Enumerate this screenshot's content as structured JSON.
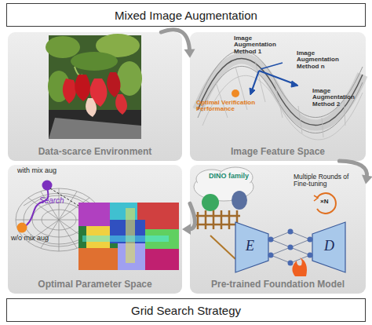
{
  "diagram": {
    "nodes": [
      {
        "text": [
          "Mixed Image Augmentation"
        ]
      },
      {
        "text": [
          "Data-scarce Environment"
        ]
      },
      {
        "text": [
          "Image Feature Space"
        ]
      },
      {
        "text": [
          "Optimal Parameter Space"
        ]
      },
      {
        "text": [
          "Pre-trained Foundation Model"
        ]
      },
      {
        "text": [
          "Grid Search Strategy"
        ]
      }
    ],
    "edges": [
      {
        "from": 1,
        "to": 2,
        "arrow": "to"
      },
      {
        "from": 2,
        "to": 4,
        "arrow": "to"
      },
      {
        "from": 4,
        "to": 3,
        "arrow": "to"
      }
    ],
    "labels": [
      "Image Augmentation Method 1",
      "Image Augmentation Method n",
      "Image Augmentation Method 2",
      "Optimal Verification Performance",
      "with mix aug",
      "Search",
      "w/o mix aug",
      "DINO family",
      "Multiple Rounds of Fine-tuning",
      "×N",
      "E",
      "D"
    ]
  }
}
